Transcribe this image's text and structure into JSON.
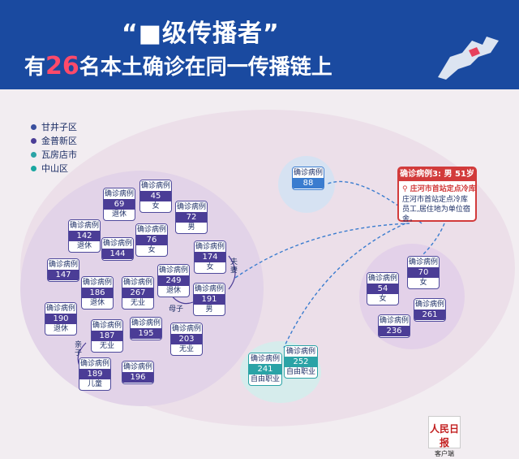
{
  "title": {
    "line1": "“■级传播者”",
    "line2_prefix": "有",
    "line2_num": "26",
    "line2_suffix": "名本土确诊在同一传播链上"
  },
  "legend": [
    {
      "label": "甘井子区",
      "color": "#3a4f9e"
    },
    {
      "label": "金普新区",
      "color": "#4b3d96"
    },
    {
      "label": "瓦房店市",
      "color": "#2aa3a6"
    },
    {
      "label": "中山区",
      "color": "#1aa6a0"
    }
  ],
  "card_header": "确诊病例",
  "cards": [
    {
      "num": "69",
      "sub": "退休"
    },
    {
      "num": "45",
      "sub": "女"
    },
    {
      "num": "72",
      "sub": "男"
    },
    {
      "num": "142",
      "sub": "退休"
    },
    {
      "num": "144",
      "sub": ""
    },
    {
      "num": "76",
      "sub": "女"
    },
    {
      "num": "174",
      "sub": "女"
    },
    {
      "num": "147",
      "sub": ""
    },
    {
      "num": "186",
      "sub": "退休"
    },
    {
      "num": "267",
      "sub": "无业"
    },
    {
      "num": "249",
      "sub": "退休"
    },
    {
      "num": "191",
      "sub": "男"
    },
    {
      "num": "190",
      "sub": "退休"
    },
    {
      "num": "187",
      "sub": "无业"
    },
    {
      "num": "195",
      "sub": ""
    },
    {
      "num": "203",
      "sub": "无业"
    },
    {
      "num": "189",
      "sub": "儿童"
    },
    {
      "num": "196",
      "sub": ""
    },
    {
      "num": "88",
      "sub": ""
    },
    {
      "num": "54",
      "sub": "女"
    },
    {
      "num": "70",
      "sub": "女"
    },
    {
      "num": "236",
      "sub": ""
    },
    {
      "num": "261",
      "sub": ""
    },
    {
      "num": "241",
      "sub": "自由职业"
    },
    {
      "num": "252",
      "sub": "自由职业"
    }
  ],
  "annotations": {
    "spouse": "夫妻",
    "mother_son_1": "母子",
    "mother_son_2": "亲子"
  },
  "source_case": {
    "title": "确诊病例3: 男 51岁",
    "location": "庄河市首站定点冷库",
    "desc": "庄河市首站定点冷库员工,居住地为单位宿舍。"
  },
  "logo": {
    "line1": "人民日报",
    "line2": "客户端"
  }
}
